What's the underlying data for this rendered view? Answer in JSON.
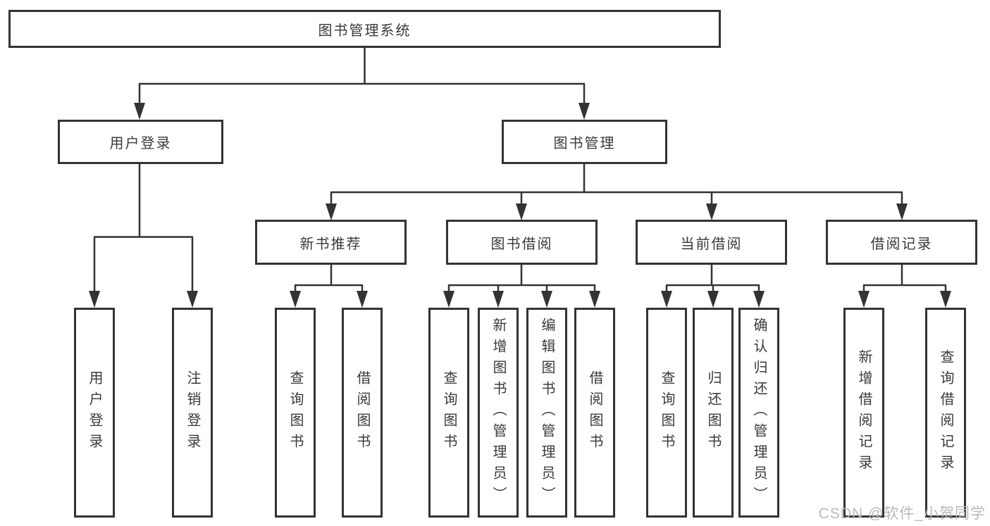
{
  "tree": {
    "label": "图书管理系统",
    "children": [
      {
        "label": "用户登录",
        "children": [
          {
            "label": "用户登录"
          },
          {
            "label": "注销登录"
          }
        ]
      },
      {
        "label": "图书管理",
        "children": [
          {
            "label": "新书推荐",
            "children": [
              {
                "label": "查询图书"
              },
              {
                "label": "借阅图书"
              }
            ]
          },
          {
            "label": "图书借阅",
            "children": [
              {
                "label": "查询图书"
              },
              {
                "label": "新增图书（管理员）"
              },
              {
                "label": "编辑图书（管理员）"
              },
              {
                "label": "借阅图书"
              }
            ]
          },
          {
            "label": "当前借阅",
            "children": [
              {
                "label": "查询图书"
              },
              {
                "label": "归还图书"
              },
              {
                "label": "确认归还（管理员）"
              }
            ]
          },
          {
            "label": "借阅记录",
            "children": [
              {
                "label": "新增借阅记录"
              },
              {
                "label": "查询借阅记录"
              }
            ]
          }
        ]
      }
    ]
  },
  "watermark": "CSDN @软件_小贺同学",
  "colors": {
    "line": "#333333",
    "box_border": "#333333",
    "text": "#3a3a3a",
    "watermark": "#b9b9b9",
    "background": "#ffffff"
  }
}
